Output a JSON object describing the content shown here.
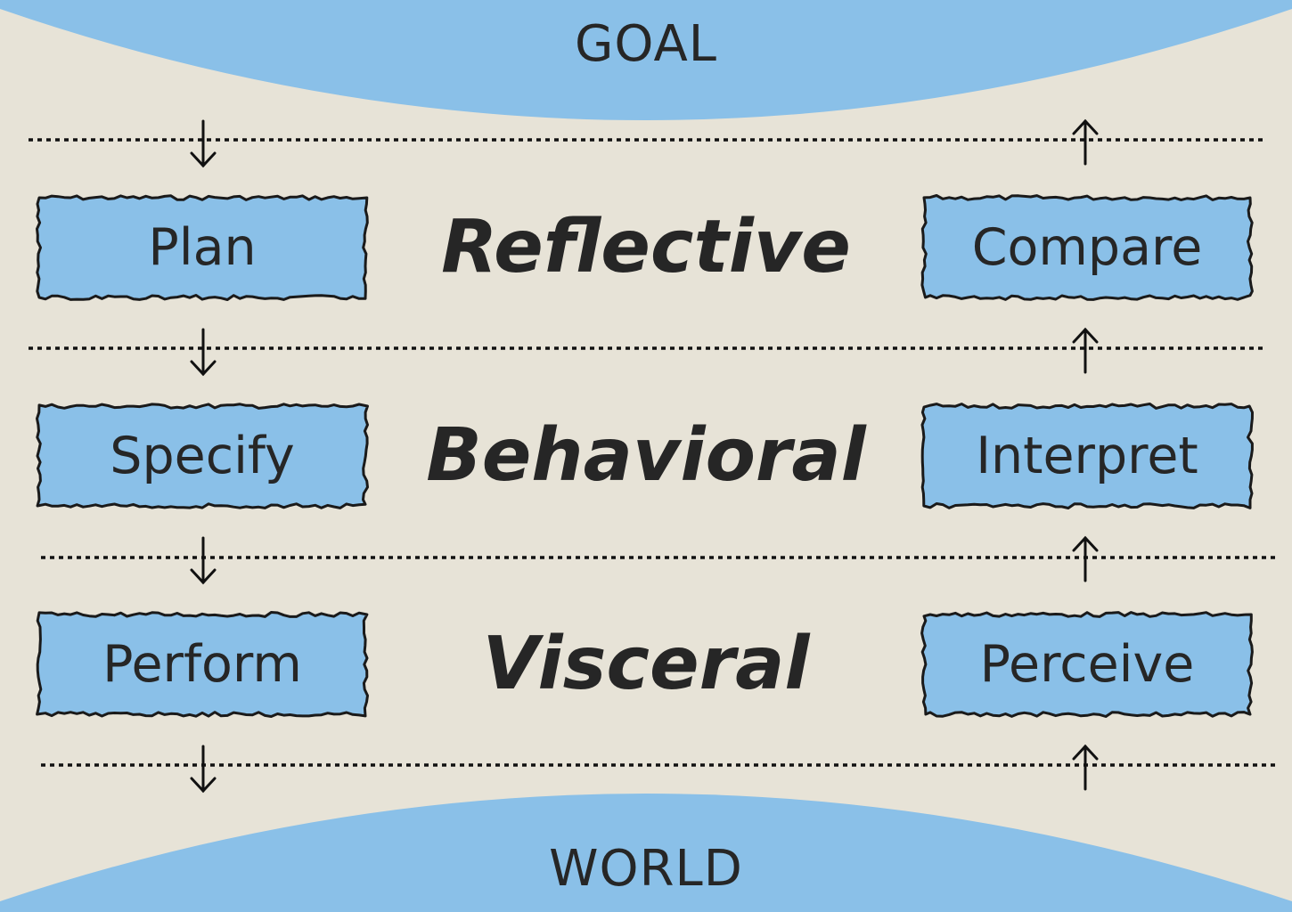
{
  "top_band": {
    "label": "GOAL"
  },
  "bottom_band": {
    "label": "WORLD"
  },
  "levels": [
    {
      "name": "Reflective",
      "left_stage": "Plan",
      "right_stage": "Compare"
    },
    {
      "name": "Behavioral",
      "left_stage": "Specify",
      "right_stage": "Interpret"
    },
    {
      "name": "Visceral",
      "left_stage": "Perform",
      "right_stage": "Perceive"
    }
  ],
  "colors": {
    "background": "#e7e3d7",
    "band": "#8ac0e8",
    "box_fill": "#8ac0e8",
    "ink": "#262626"
  }
}
